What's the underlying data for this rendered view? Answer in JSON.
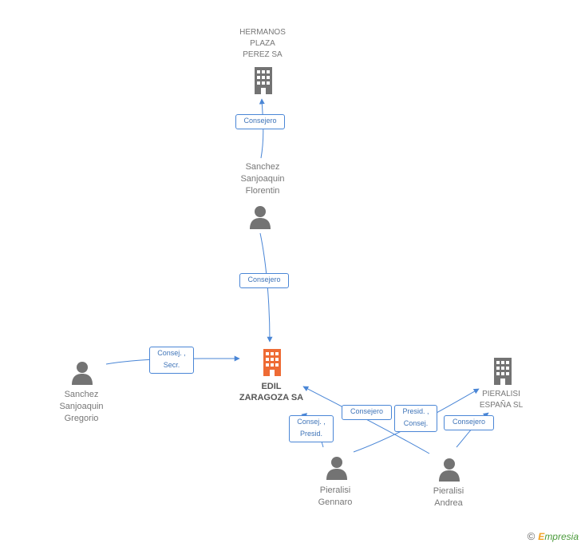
{
  "colors": {
    "link": "#4a86d6",
    "person": "#737373",
    "company": "#737373",
    "focus_company": "#ee6b35",
    "label": "#777777",
    "badge_text": "#3f74b8"
  },
  "nodes": [
    {
      "id": "hermanos",
      "type": "company",
      "icon": "building-icon",
      "lines": [
        "HERMANOS",
        "PLAZA",
        "PEREZ SA"
      ]
    },
    {
      "id": "florentin",
      "type": "person",
      "icon": "person-icon",
      "lines": [
        "Sanchez",
        "Sanjoaquin",
        "Florentin"
      ]
    },
    {
      "id": "edil",
      "type": "focus",
      "icon": "building-icon",
      "lines": [
        "EDIL",
        "ZARAGOZA SA"
      ]
    },
    {
      "id": "gregorio",
      "type": "person",
      "icon": "person-icon",
      "lines": [
        "Sanchez",
        "Sanjoaquin",
        "Gregorio"
      ]
    },
    {
      "id": "pieralisi_sl",
      "type": "company",
      "icon": "building-icon",
      "lines": [
        "PIERALISI",
        "ESPAÑA SL"
      ]
    },
    {
      "id": "gennaro",
      "type": "person",
      "icon": "person-icon",
      "lines": [
        "Pieralisi",
        "Gennaro"
      ]
    },
    {
      "id": "andrea",
      "type": "person",
      "icon": "person-icon",
      "lines": [
        "Pieralisi",
        "Andrea"
      ]
    }
  ],
  "relations": [
    {
      "from": "florentin",
      "to": "hermanos",
      "lines": [
        "Consejero"
      ]
    },
    {
      "from": "florentin",
      "to": "edil",
      "lines": [
        "Consejero"
      ]
    },
    {
      "from": "gregorio",
      "to": "edil",
      "lines": [
        "Consej. ,",
        "Secr."
      ]
    },
    {
      "from": "gennaro",
      "to": "edil",
      "lines": [
        "Consej. ,",
        "Presid."
      ]
    },
    {
      "from": "andrea",
      "to": "edil",
      "lines": [
        "Consejero"
      ]
    },
    {
      "from": "gennaro",
      "to": "pieralisi_sl",
      "lines": [
        "Presid. ,",
        "Consej."
      ]
    },
    {
      "from": "andrea",
      "to": "pieralisi_sl",
      "lines": [
        "Consejero"
      ]
    }
  ],
  "footer": {
    "copyright": "©",
    "brand_initial": "E",
    "brand_rest": "mpresia"
  }
}
